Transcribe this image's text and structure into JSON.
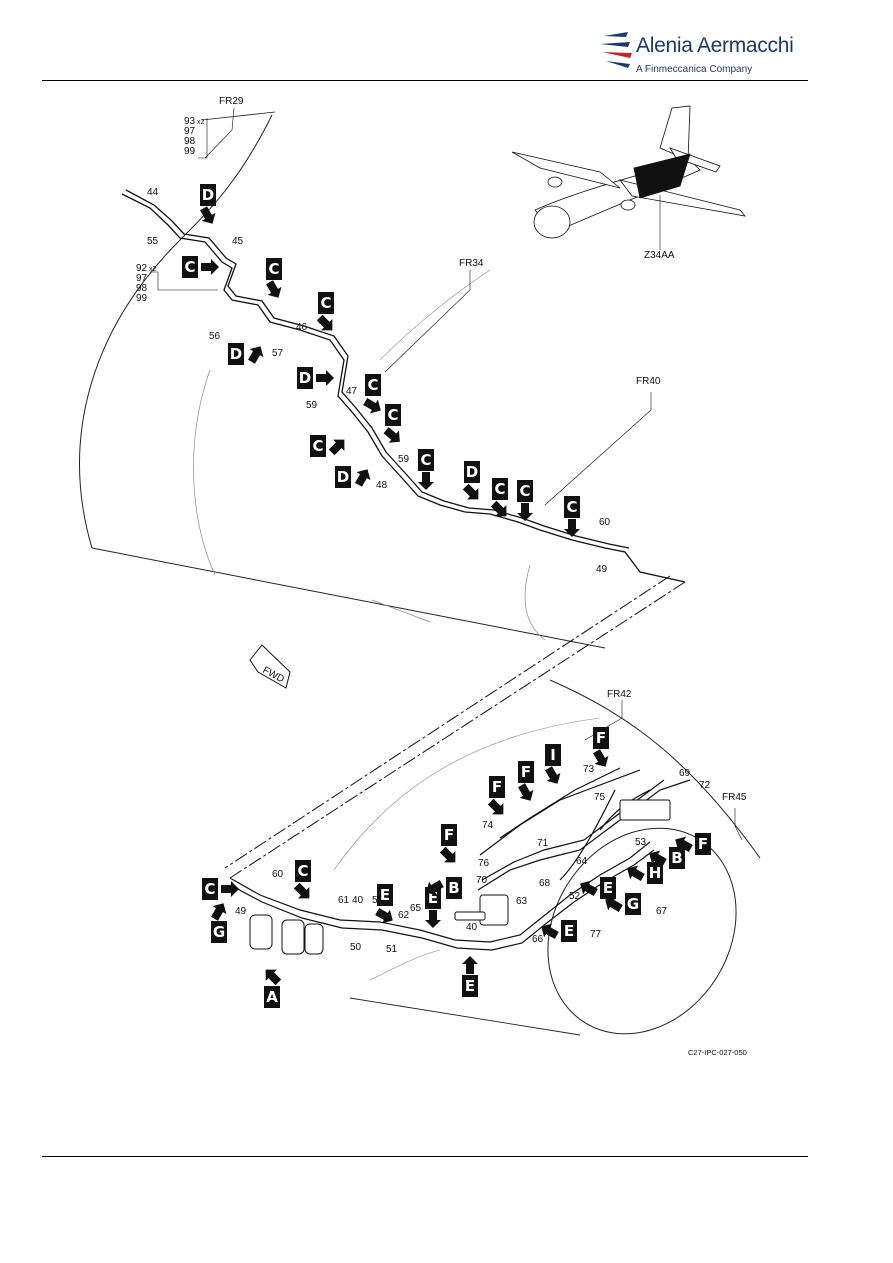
{
  "header": {
    "brand_name": "Alenia Aermacchi",
    "brand_sub": "A Finmeccanica Company"
  },
  "drawing": {
    "frames": [
      "FR29",
      "FR34",
      "FR40",
      "FR42",
      "FR45"
    ],
    "zone": "Z34AA",
    "fwd": "FWD",
    "figure_id": "C27-IPC-027-050",
    "stack_top": [
      "93",
      "97",
      "98",
      "99"
    ],
    "stack_mid": [
      "92",
      "97",
      "98",
      "99"
    ],
    "x2": "x2",
    "parts": [
      "44",
      "55",
      "45",
      "56",
      "57",
      "46",
      "47",
      "59",
      "59",
      "48",
      "60",
      "49",
      "60",
      "49",
      "61",
      "40",
      "50",
      "5",
      "62",
      "65",
      "51",
      "40",
      "66",
      "63",
      "52",
      "68",
      "70",
      "76",
      "71",
      "74",
      "64",
      "53",
      "73",
      "75",
      "69",
      "72",
      "77",
      "67"
    ],
    "callouts": [
      "C",
      "D",
      "C",
      "C",
      "D",
      "D",
      "C",
      "C",
      "C",
      "D",
      "C",
      "D",
      "C",
      "C",
      "C",
      "C",
      "C",
      "G",
      "E",
      "E",
      "B",
      "A",
      "E",
      "E",
      "E",
      "G",
      "H",
      "B",
      "F",
      "F",
      "F",
      "F",
      "I",
      "F",
      "F"
    ]
  }
}
